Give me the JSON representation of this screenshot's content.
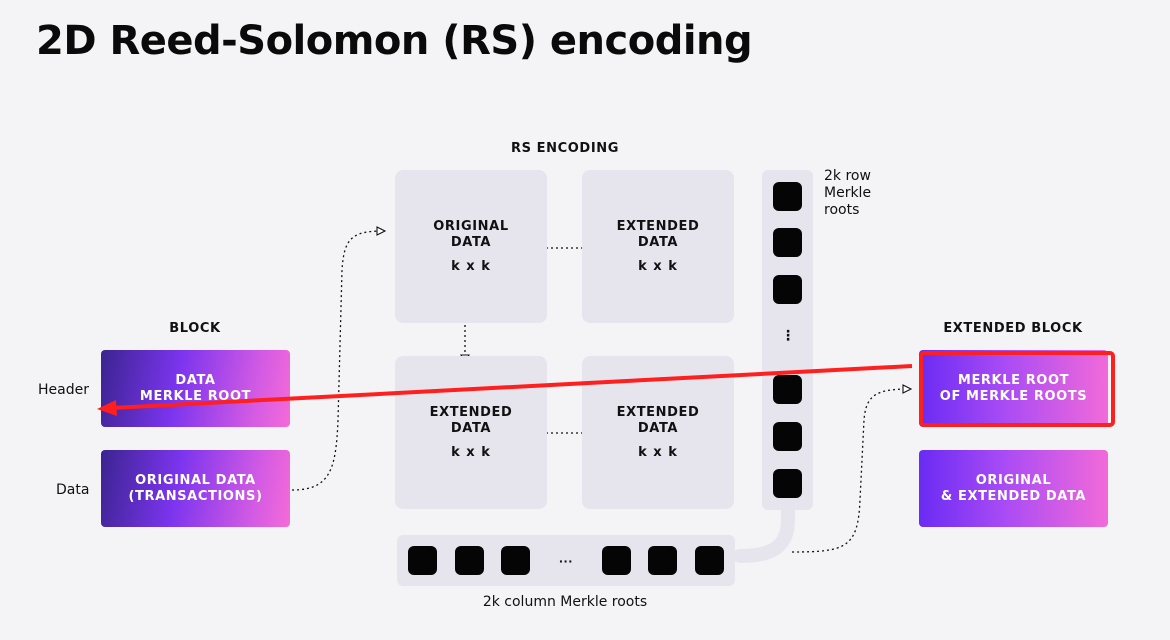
{
  "title": "2D Reed-Solomon (RS) encoding",
  "rs_encoding": {
    "label": "RS ENCODING",
    "original_data": {
      "label": "ORIGINAL\nDATA",
      "dims": "k x k"
    },
    "extended_right": {
      "label": "EXTENDED\nDATA",
      "dims": "k x k"
    },
    "extended_bottom": {
      "label": "EXTENDED\nDATA",
      "dims": "k x k"
    },
    "extended_corner": {
      "label": "EXTENDED\nDATA",
      "dims": "k x k"
    }
  },
  "block": {
    "label": "BLOCK",
    "header_label": "Header",
    "data_label": "Data",
    "header_box": "DATA\nMERKLE ROOT",
    "data_box": "ORIGINAL DATA\n(TRANSACTIONS)"
  },
  "row_roots": {
    "label": "2k row\nMerkle\nroots",
    "ellipsis": "⋮"
  },
  "column_roots": {
    "label": "2k column Merkle roots",
    "ellipsis": "···"
  },
  "extended_block": {
    "label": "EXTENDED BLOCK",
    "root_box": "MERKLE ROOT\nOF MERKLE ROOTS",
    "data_box": "ORIGINAL\n& EXTENDED DATA"
  },
  "colors": {
    "annotation_red": "#ff1f1f",
    "gradient_start": "#6a2bf3",
    "gradient_end": "#f26ad9",
    "grey_panel": "#e6e5ee"
  }
}
